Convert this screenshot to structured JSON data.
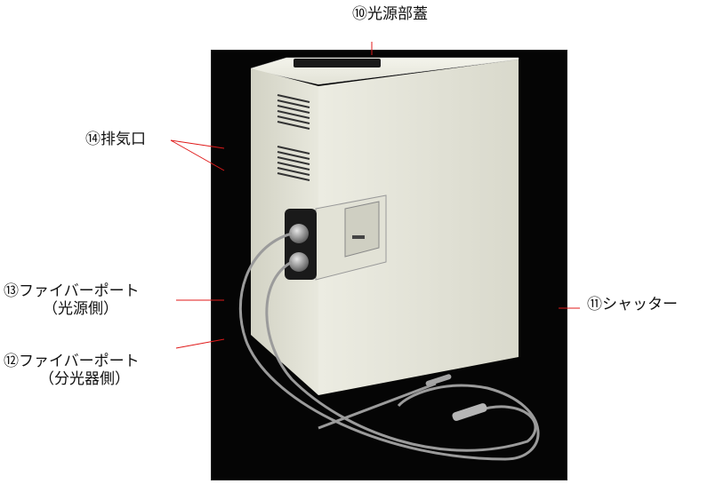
{
  "labels": {
    "light_source_cover": "⑩光源部蓋",
    "shutter": "⑪シャッター",
    "fiber_port_spectrometer": "⑫ファイバーポート",
    "fiber_port_spectrometer_sub": "（分光器側）",
    "fiber_port_light_source": "⑬ファイバーポート",
    "fiber_port_light_source_sub": "（光源側）",
    "exhaust_port": "⑭排気口"
  },
  "colors": {
    "leader_line": "#e01a1a",
    "background": "#050505",
    "housing": "#e6e6da"
  }
}
